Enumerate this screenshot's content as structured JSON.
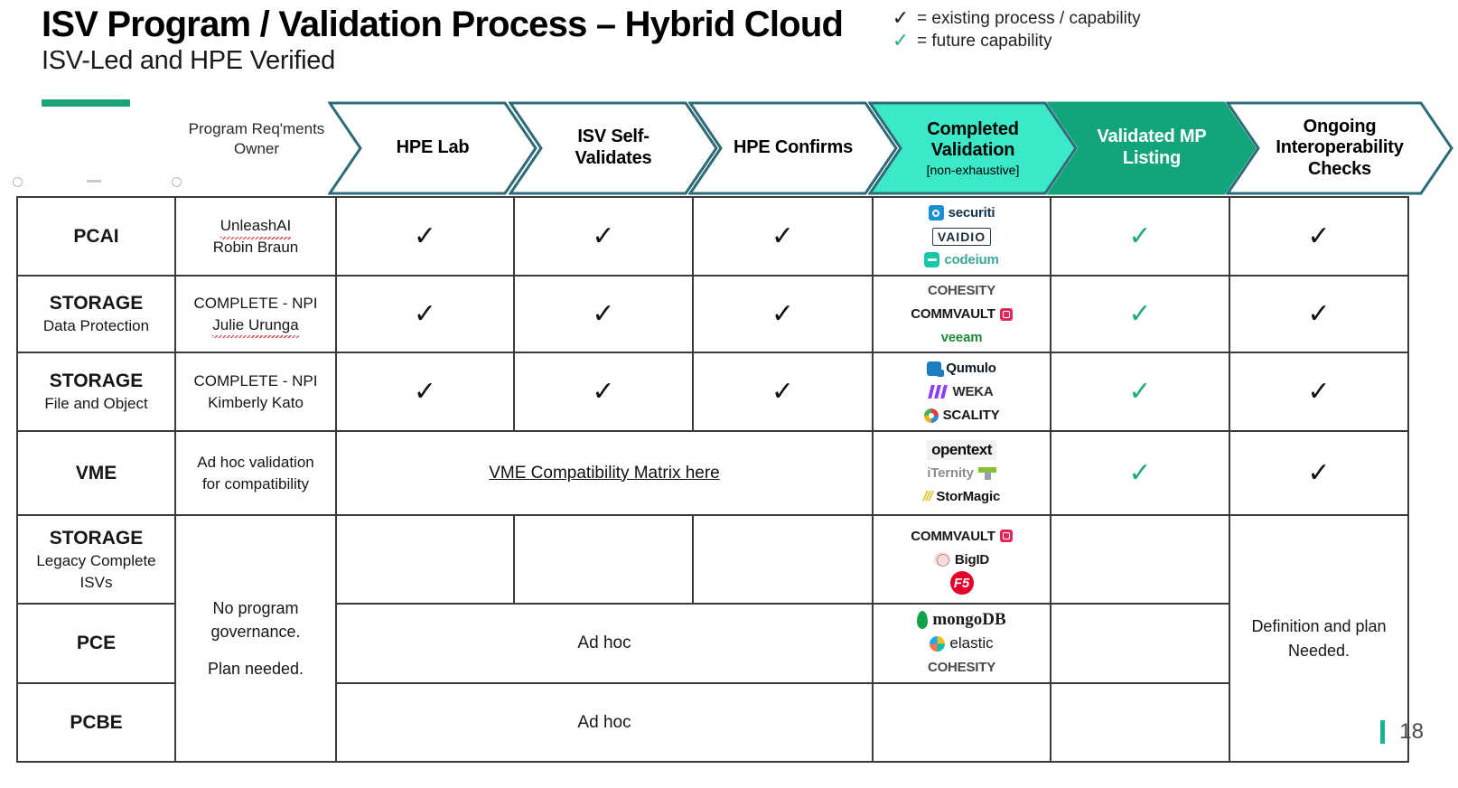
{
  "title": {
    "heading": "ISV Program / Validation Process – Hybrid Cloud",
    "subheading": "ISV-Led and HPE Verified"
  },
  "legend": {
    "items": [
      {
        "mark": "✓",
        "style": "black",
        "text": "= existing process / capability"
      },
      {
        "mark": "✓",
        "style": "green",
        "text": "= future capability"
      }
    ]
  },
  "colors": {
    "accent_bar": "#1BA47B",
    "chevron_outline": "#2E6A77",
    "chevron_teal": "#3BE8C8",
    "chevron_green": "#12A57C",
    "green_check": "#1FA97C",
    "black_check": "#111111"
  },
  "process_header": {
    "owner_label": "Program Req'ments\nOwner",
    "owner_label_line1": "Program Req'ments",
    "owner_label_line2": "Owner",
    "steps": [
      {
        "label": "HPE Lab",
        "sub": "",
        "fill": "white"
      },
      {
        "label": "ISV Self-\nValidates",
        "line1": "ISV Self-",
        "line2": "Validates",
        "sub": "",
        "fill": "white"
      },
      {
        "label": "HPE Confirms",
        "sub": "",
        "fill": "white"
      },
      {
        "label": "Completed\nValidation",
        "line1": "Completed",
        "line2": "Validation",
        "sub": "[non-exhaustive]",
        "fill": "teal"
      },
      {
        "label": "Validated MP\nListing",
        "line1": "Validated MP",
        "line2": "Listing",
        "sub": "",
        "fill": "green"
      },
      {
        "label": "Ongoing\nInteroperability\nChecks",
        "line1": "Ongoing",
        "line2": "Interoperability",
        "line3": "Checks",
        "sub": "",
        "fill": "white"
      }
    ]
  },
  "table": {
    "rows": [
      {
        "category_main": "PCAI",
        "category_sub": "",
        "owner_line1": "UnleashAI",
        "owner_line2": "Robin Braun",
        "hpe_lab": "✓",
        "isv_self_validates": "✓",
        "hpe_confirms": "✓",
        "completed_validation_logos": [
          "securiti",
          "VAIDIO",
          "codeium"
        ],
        "validated_mp_listing": "✓",
        "ongoing_interop": "✓"
      },
      {
        "category_main": "STORAGE",
        "category_sub": "Data Protection",
        "owner_line1": "COMPLETE - NPI",
        "owner_line2": "Julie Urunga",
        "hpe_lab": "✓",
        "isv_self_validates": "✓",
        "hpe_confirms": "✓",
        "completed_validation_logos": [
          "COHESITY",
          "COMMVAULT",
          "veeam"
        ],
        "validated_mp_listing": "✓",
        "ongoing_interop": "✓"
      },
      {
        "category_main": "STORAGE",
        "category_sub": "File and Object",
        "owner_line1": "COMPLETE - NPI",
        "owner_line2": "Kimberly Kato",
        "hpe_lab": "✓",
        "isv_self_validates": "✓",
        "hpe_confirms": "✓",
        "completed_validation_logos": [
          "Qumulo",
          "WEKA",
          "SCALITY"
        ],
        "validated_mp_listing": "✓",
        "ongoing_interop": "✓"
      },
      {
        "category_main": "VME",
        "category_sub": "",
        "owner_line1": "Ad hoc validation",
        "owner_line2": "for compatibility",
        "merged_link": "VME Compatibility Matrix here",
        "completed_validation_logos": [
          "opentext",
          "iTernity",
          "StorMagic"
        ],
        "validated_mp_listing": "✓",
        "ongoing_interop": "✓"
      },
      {
        "category_main": "STORAGE",
        "category_sub": "Legacy Complete\nISVs",
        "category_sub_line1": "Legacy Complete",
        "category_sub_line2": "ISVs",
        "hpe_lab": "",
        "isv_self_validates": "",
        "hpe_confirms": "",
        "completed_validation_logos": [
          "COMMVAULT",
          "BigID",
          "F5"
        ],
        "validated_mp_listing": "",
        "ongoing_interop": ""
      },
      {
        "category_main": "PCE",
        "category_sub": "",
        "merged_text": "Ad hoc",
        "completed_validation_logos": [
          "mongoDB",
          "elastic",
          "COHESITY"
        ],
        "validated_mp_listing": ""
      },
      {
        "category_main": "PCBE",
        "category_sub": "",
        "merged_text": "Ad hoc",
        "completed_validation_logos": [],
        "validated_mp_listing": ""
      }
    ],
    "governance_note_line1": "No program",
    "governance_note_line2": "governance.",
    "governance_note_line3": "Plan needed.",
    "definition_note_line1": "Definition and plan",
    "definition_note_line2": "Needed."
  },
  "footer": {
    "slide_number": "18"
  }
}
